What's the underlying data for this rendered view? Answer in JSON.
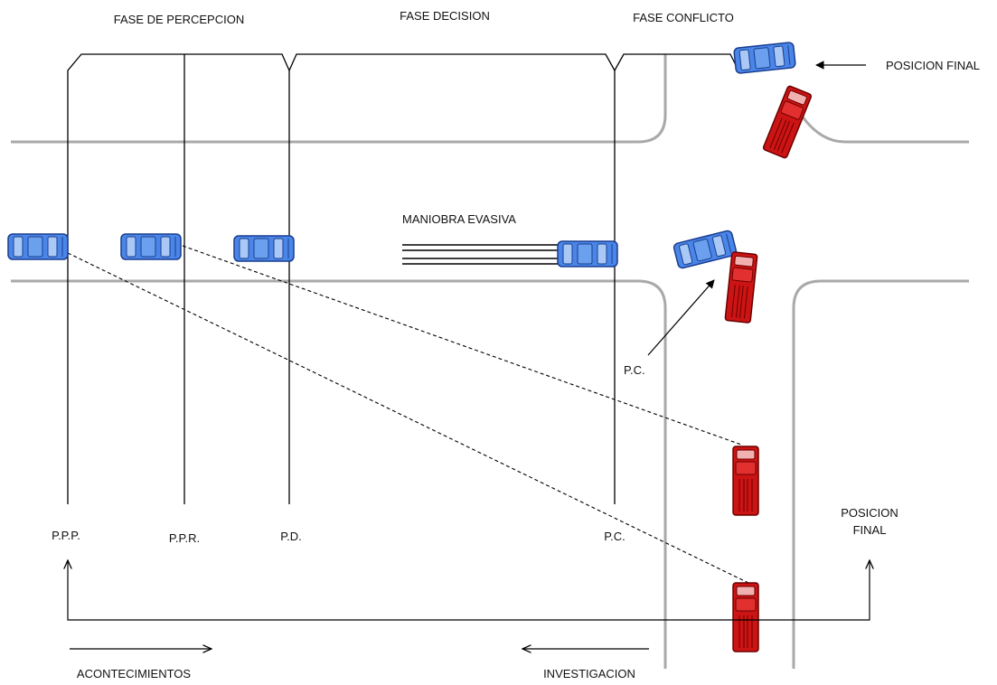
{
  "phases": {
    "perception": "FASE DE PERCEPCION",
    "decision": "FASE DECISION",
    "conflict": "FASE CONFLICTO"
  },
  "labels": {
    "final_position_top": "POSICION FINAL",
    "evasive_maneuver": "MANIOBRA EVASIVA",
    "pc_conflict": "P.C.",
    "final_position_bottom_line1": "POSICION",
    "final_position_bottom_line2": "FINAL",
    "events": "ACONTECIMIENTOS",
    "investigation": "INVESTIGACION"
  },
  "points": {
    "ppp": "P.P.P.",
    "ppr": "P.P.R.",
    "pd": "P.D.",
    "pc": "P.C."
  },
  "colors": {
    "blue_car": "#4a86e8",
    "red_truck": "#cc1414",
    "road": "#a9a9a9"
  }
}
